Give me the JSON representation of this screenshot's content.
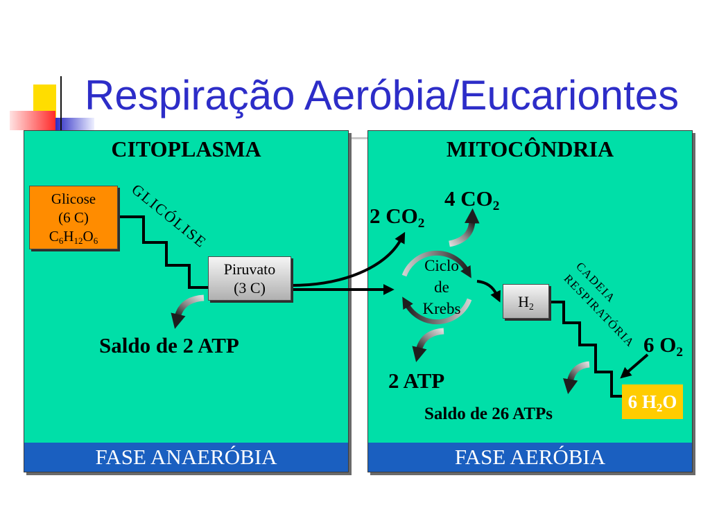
{
  "slide": {
    "title": "Respiração Aeróbia/Eucariontes"
  },
  "colors": {
    "title": "#2d2dc8",
    "panel": "#00dfa8",
    "phase_band": "#1a5fc0",
    "glucose_box": "#ff8c00",
    "water_box": "#ffcc00"
  },
  "cytoplasm": {
    "header": "CITOPLASMA",
    "glucose": {
      "name": "Glicose",
      "carbons": "(6 C)",
      "formula": [
        {
          "base": "C",
          "sub": "6"
        },
        {
          "base": "H",
          "sub": "12"
        },
        {
          "base": "O",
          "sub": "6"
        }
      ]
    },
    "pathway_label": "GLICÓLISE",
    "pyruvate": {
      "name": "Piruvato",
      "carbons": "(3 C)"
    },
    "balance": "Saldo de 2 ATP",
    "phase": "FASE ANAERÓBIA"
  },
  "mitochondria": {
    "header": "MITOCÔNDRIA",
    "co2_first": {
      "base": "2 CO",
      "sub": "2"
    },
    "co2_second": {
      "base": "4 CO",
      "sub": "2"
    },
    "krebs_lines": [
      "Ciclo",
      "de",
      "Krebs"
    ],
    "hydrogen": {
      "base": "H",
      "sub": "2"
    },
    "atp": "2 ATP",
    "chain_lines": [
      "CADEIA",
      "RESPIRATÓRIA"
    ],
    "oxygen": {
      "base": "6 O",
      "sub": "2"
    },
    "water": {
      "base": "6 H",
      "sub": "2",
      "tail": "O"
    },
    "balance": "Saldo de 26 ATPs",
    "phase": "FASE AERÓBIA"
  }
}
